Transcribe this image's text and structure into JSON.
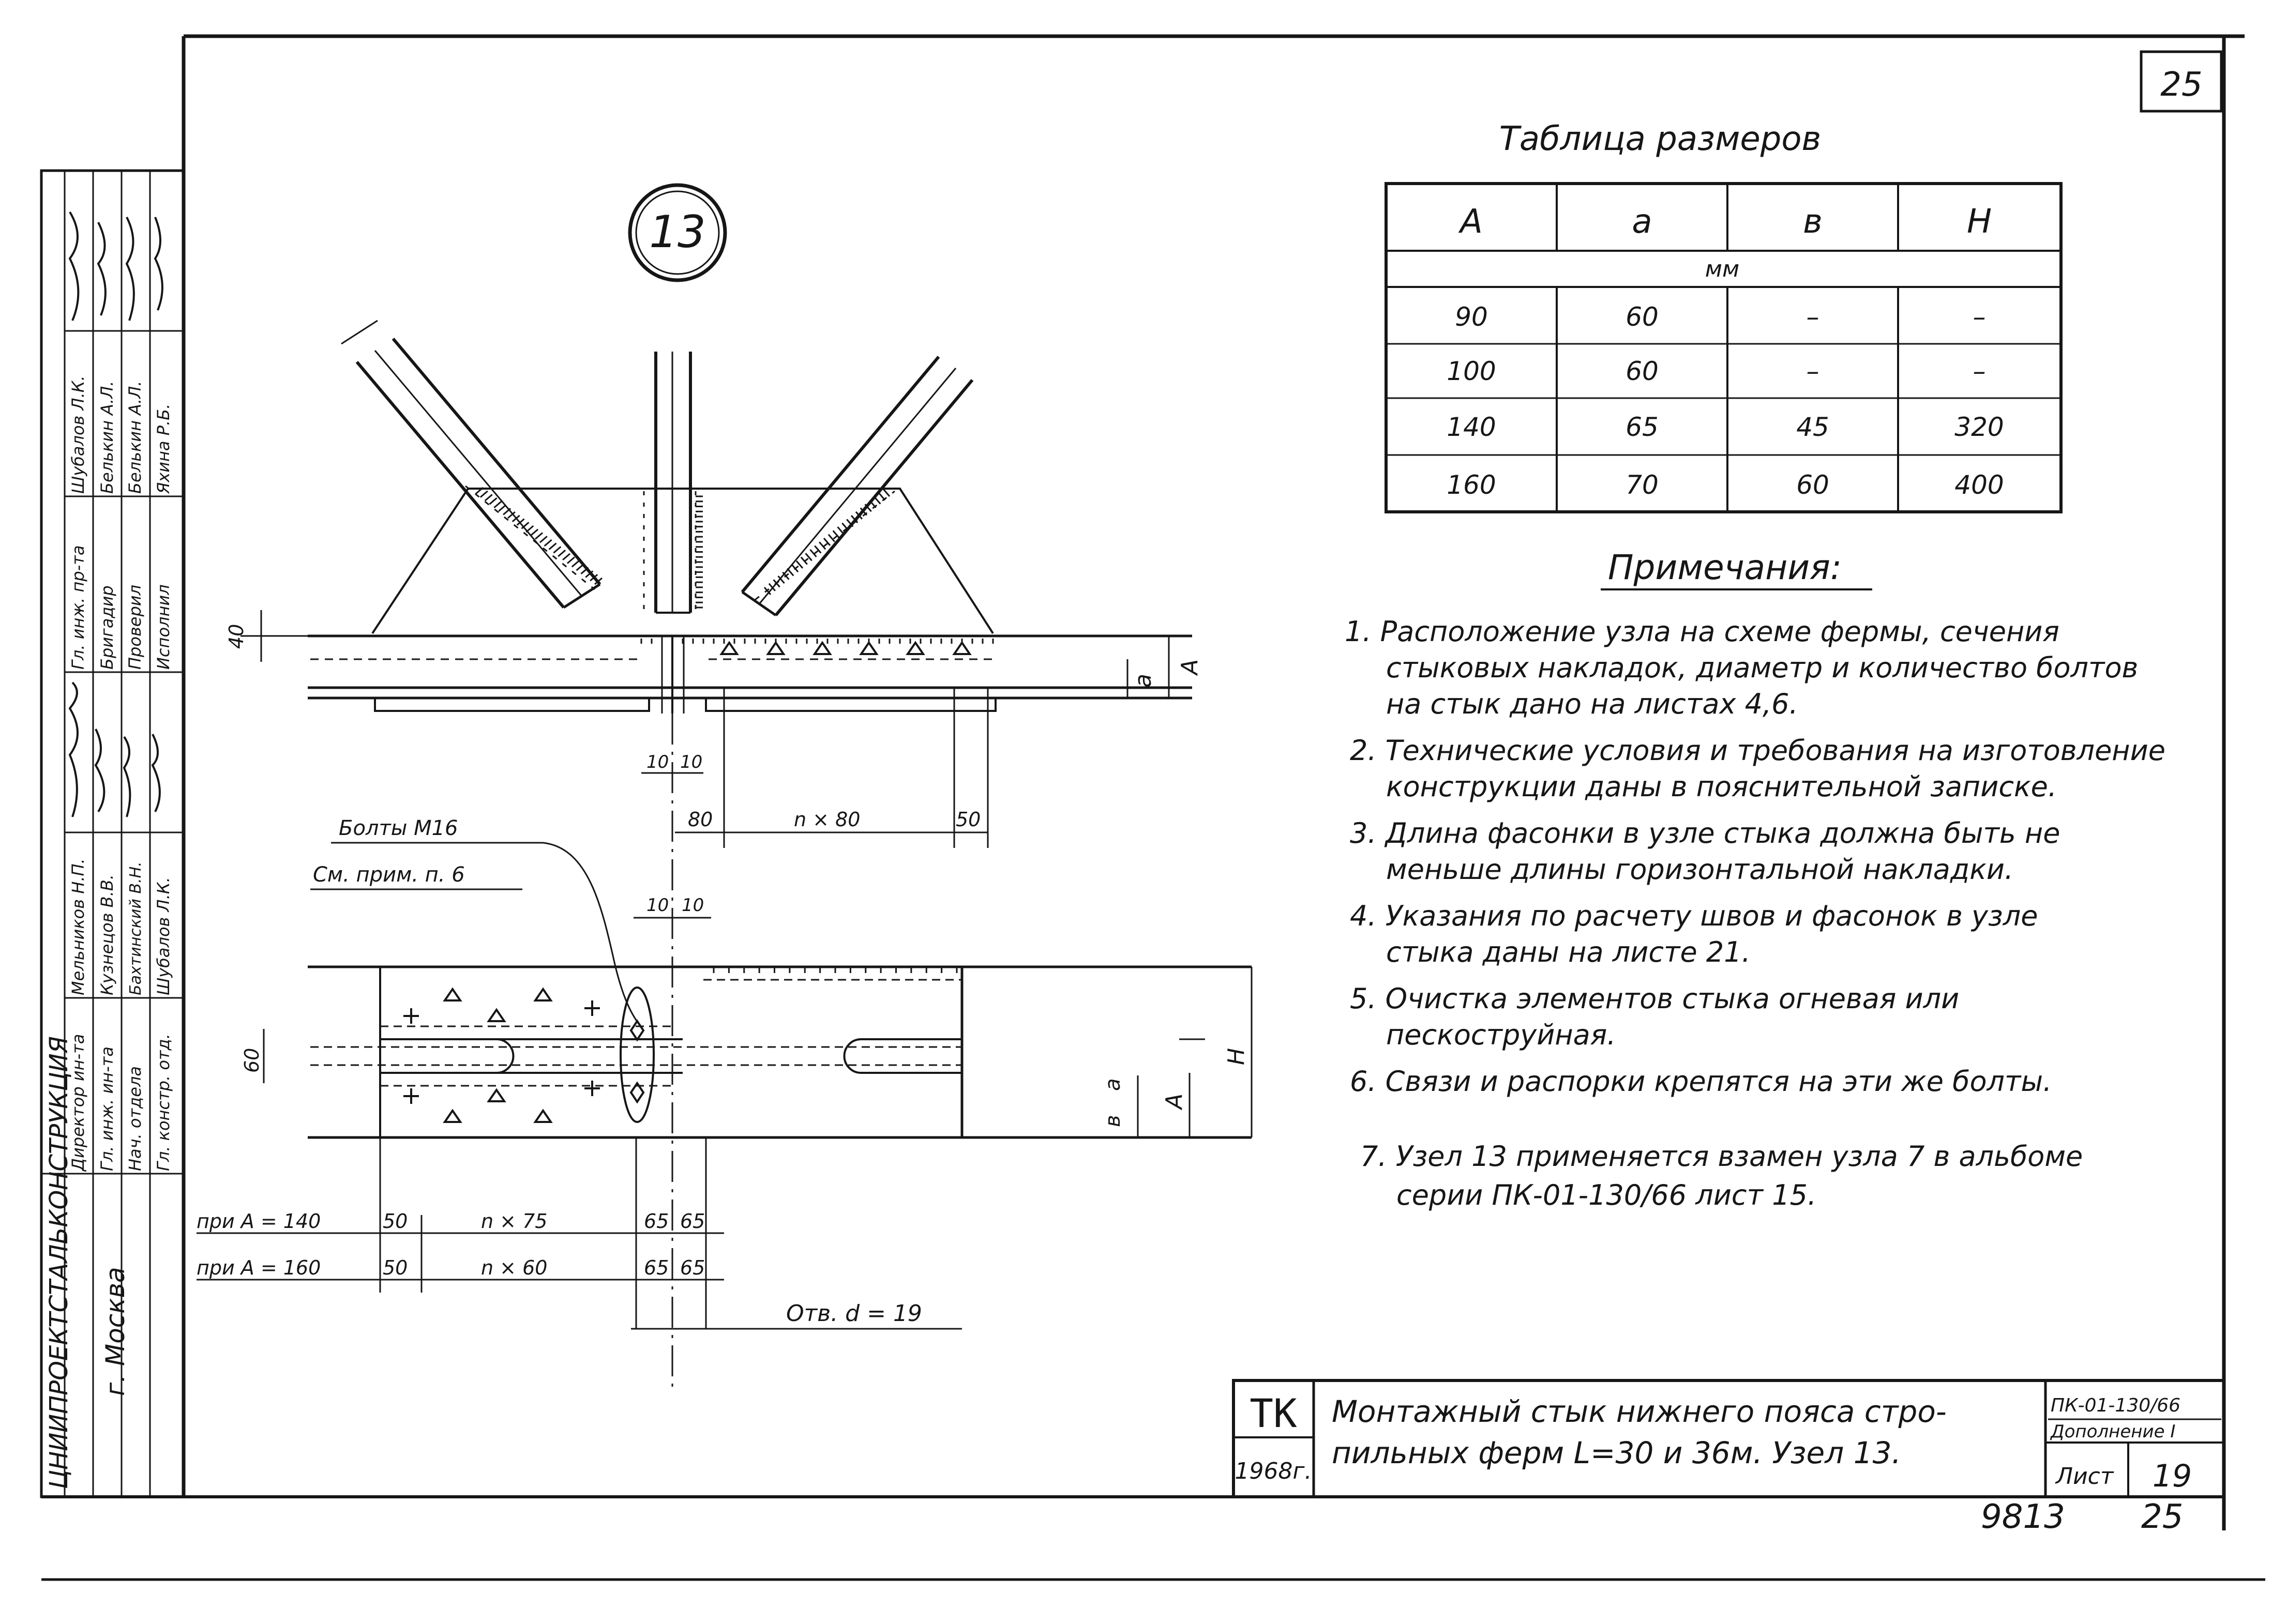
{
  "sheet": {
    "corner_number": "25",
    "node_number": "13"
  },
  "side_stamp": {
    "org": "ЦНИИПРОЕКТСТАЛЬКОНСТРУКЦИЯ",
    "city": "г. Москва",
    "rows": [
      {
        "role": "Директор ин-та",
        "name": "Мельников Н.П."
      },
      {
        "role": "Гл. инж. ин-та",
        "name": "Кузнецов В.В."
      },
      {
        "role": "Нач. отдела",
        "name": "Бахтинский В.Н."
      },
      {
        "role": "Гл. констр. отд.",
        "name": "Шубалов Л.К."
      },
      {
        "role": "Гл. инж. пр-та",
        "name": "Шубалов Л.К."
      },
      {
        "role": "Бригадир",
        "name": "Белькин А.Л."
      },
      {
        "role": "Проверил",
        "name": "Белькин А.Л."
      },
      {
        "role": "Исполнил",
        "name": "Яхина Р.Б."
      }
    ]
  },
  "size_table": {
    "title": "Таблица размеров",
    "headers": [
      "A",
      "a",
      "в",
      "H"
    ],
    "unit": "мм",
    "rows": [
      [
        "90",
        "60",
        "–",
        "–"
      ],
      [
        "100",
        "60",
        "–",
        "–"
      ],
      [
        "140",
        "65",
        "45",
        "320"
      ],
      [
        "160",
        "70",
        "60",
        "400"
      ]
    ]
  },
  "notes": {
    "title": "Примечания:",
    "items": [
      "1. Расположение узла на схеме фермы, сечения",
      "стыковых накладок, диаметр и количество болтов",
      "на стык дано на листах 4,6.",
      "2. Технические условия и требования на изготовление",
      "конструкции даны в пояснительной записке.",
      "3. Длина фасонки в узле стыка должна быть не",
      "меньше длины горизонтальной накладки.",
      "4. Указания по расчету швов и фасонок в узле",
      "стыка даны на листе 21.",
      "5. Очистка элементов стыка огневая или",
      "пескоструйная.",
      "6. Связи и распорки крепятся на эти же болты.",
      "7. Узел 13 применяется взамен узла 7 в альбоме",
      "серии ПК-01-130/66 лист 15."
    ]
  },
  "drawing": {
    "dim_40": "40",
    "dim_a": "a",
    "dim_A": "A",
    "dim_H": "H",
    "dim_60": "60",
    "dim_b": "в",
    "dim_10a": "10",
    "dim_10b": "10",
    "dim_10c": "10",
    "dim_10d": "10",
    "dim_80": "80",
    "dim_n80": "n × 80",
    "dim_50": "50",
    "bolts_label": "Болты М16",
    "bolts_ref": "См. прим. п. 6",
    "row1_label": "при A = 140",
    "row1_50": "50",
    "row1_n": "n × 75",
    "row1_65a": "65",
    "row1_65b": "65",
    "row2_label": "при A = 160",
    "row2_50": "50",
    "row2_n": "n × 60",
    "row2_65a": "65",
    "row2_65b": "65",
    "hole_label": "Отв. d = 19"
  },
  "title_block": {
    "code": "ТК",
    "year": "1968г.",
    "title_line1": "Монтажный стык нижнего пояса стро-",
    "title_line2": "пильных ферм L=30 и 36м.     Узел 13.",
    "series": "ПК-01-130/66",
    "addendum": "Дополнение I",
    "sheet_label": "Лист",
    "sheet_no": "19"
  },
  "footer": {
    "inventory": "9813",
    "page": "25"
  }
}
